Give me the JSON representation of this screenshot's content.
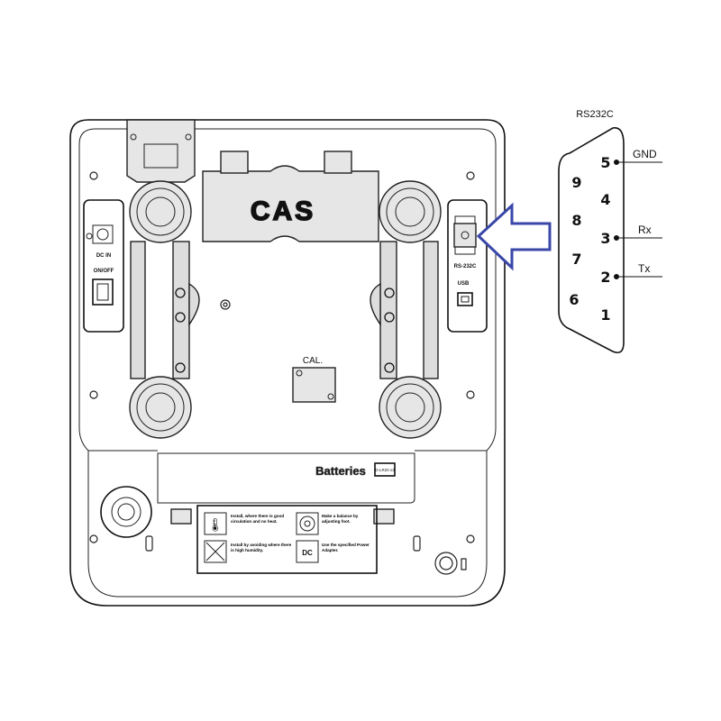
{
  "device": {
    "logo": "CAS",
    "left_panel": {
      "dc_in_label": "DC IN",
      "power_switch_label": "ON/OFF"
    },
    "right_panel": {
      "rs232_label": "RS-232C",
      "usb_label": "USB"
    },
    "cal_label": "CAL.",
    "battery_label": "Batteries",
    "battery_spec": "D-LR20 x3",
    "warnings": [
      {
        "icon": "thermometer-icon",
        "text": "Install, where there is good circulation and no heat."
      },
      {
        "icon": "level-bubble-icon",
        "text": "Make a balance by adjusting foot."
      },
      {
        "icon": "no-humidity-icon",
        "text": "Install by avoiding where there is high humidity."
      },
      {
        "icon": "dc-adapter-icon",
        "text": "Use the specified Power Adapter."
      }
    ]
  },
  "arrow_color": "#3a47a8",
  "connector": {
    "title": "RS232C",
    "pins": [
      "5",
      "4",
      "3",
      "2",
      "1",
      "9",
      "8",
      "7",
      "6"
    ],
    "signals": [
      {
        "pin": "5",
        "label": "GND"
      },
      {
        "pin": "3",
        "label": "Rx"
      },
      {
        "pin": "2",
        "label": "Tx"
      }
    ]
  }
}
